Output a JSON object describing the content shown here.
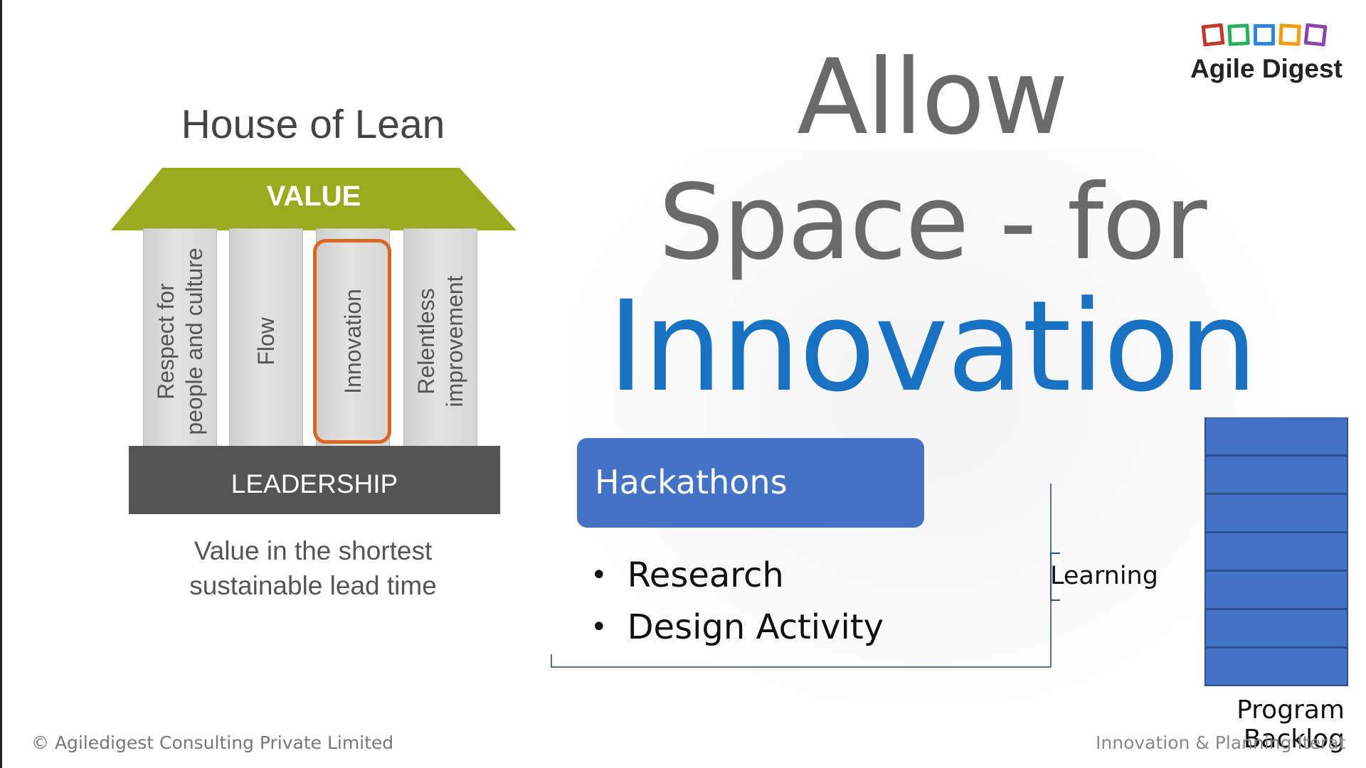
{
  "house": {
    "title": "House of Lean",
    "roof_label": "VALUE",
    "pillars": [
      {
        "line1": "Respect for",
        "line2": "people and culture"
      },
      {
        "line1": "Flow",
        "line2": ""
      },
      {
        "line1": "Innovation",
        "line2": ""
      },
      {
        "line1": "Relentless",
        "line2": "improvement"
      }
    ],
    "foundation_label": "LEADERSHIP",
    "caption_line1": "Value in the shortest",
    "caption_line2": "sustainable lead time",
    "roof_color": "#9bab1f",
    "highlight_color": "#d9681e"
  },
  "headline": {
    "line1": "Allow",
    "line2": "Space - for",
    "line3": "Innovation",
    "accent_color": "#1971c2"
  },
  "logo": {
    "text": "Agile Digest",
    "box_colors": [
      "#c0392b",
      "#27ae60",
      "#2e86de",
      "#f39c12",
      "#8e44ad"
    ]
  },
  "hackathons": {
    "title": "Hackathons",
    "bullets": [
      "Research",
      "Design Activity"
    ],
    "color": "#4472c4"
  },
  "arrow_label": "Learning",
  "backlog": {
    "label": "Program Backlog",
    "items": 7
  },
  "footer": {
    "left": "© Agiledigest Consulting Private Limited",
    "right": "Innovation & Planning Iteration"
  }
}
